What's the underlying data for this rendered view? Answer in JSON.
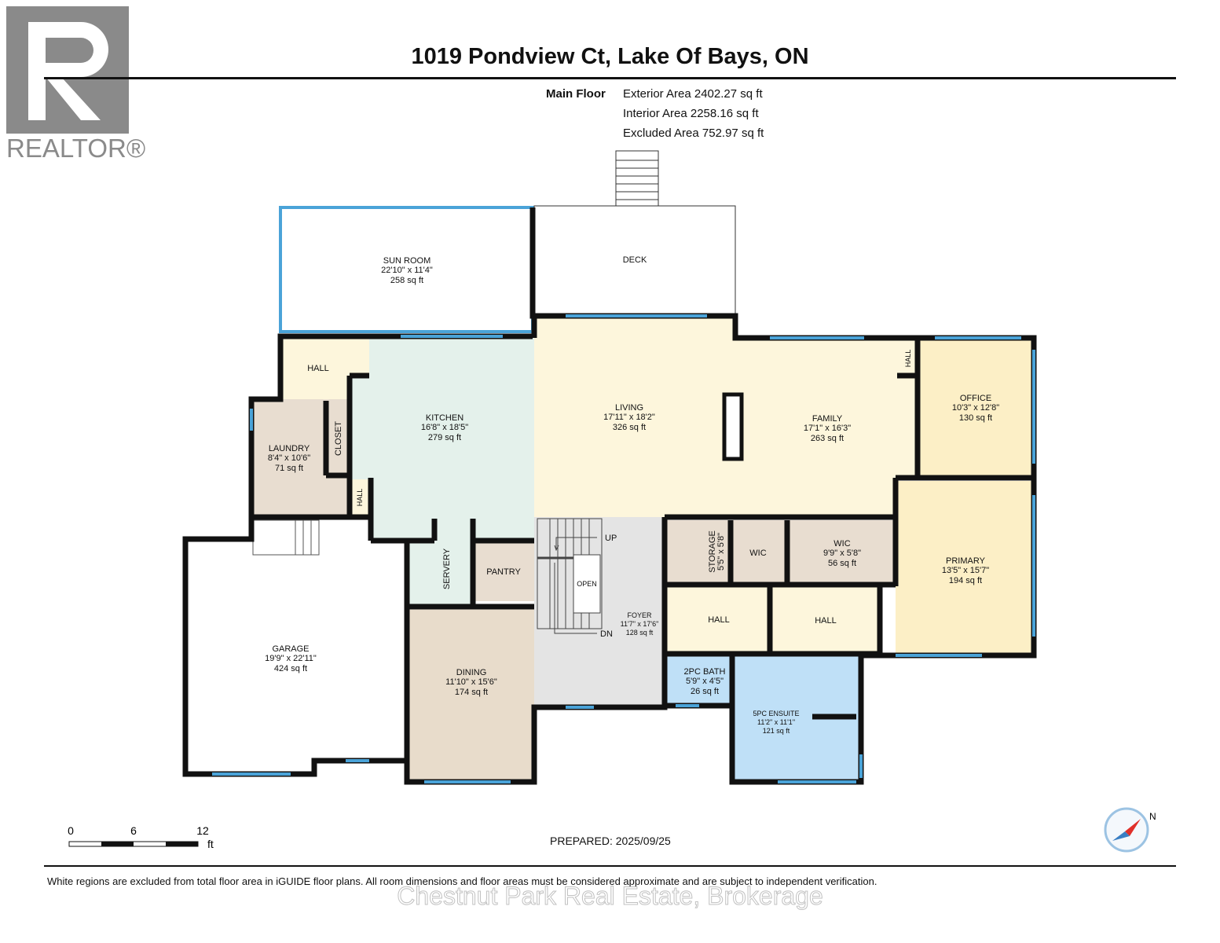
{
  "header": {
    "title": "1019 Pondview Ct, Lake Of Bays, ON"
  },
  "logo": {
    "text": "REALTOR®",
    "color": "#8a8a8a"
  },
  "summary": {
    "floor": "Main Floor",
    "exterior": "Exterior Area 2402.27 sq ft",
    "interior": "Interior Area 2258.16 sq ft",
    "excluded": "Excluded Area 752.97 sq ft"
  },
  "rooms": {
    "sun_room": {
      "name": "SUN ROOM",
      "dims": "22'10\" x 11'4\"",
      "area": "258 sq ft"
    },
    "deck": {
      "name": "DECK"
    },
    "hall_top": {
      "name": "HALL"
    },
    "kitchen": {
      "name": "KITCHEN",
      "dims": "16'8\" x 18'5\"",
      "area": "279 sq ft"
    },
    "laundry": {
      "name": "LAUNDRY",
      "dims": "8'4\" x 10'6\"",
      "area": "71 sq ft"
    },
    "closet": {
      "name": "CLOSET"
    },
    "hall_small": {
      "name": "HALL"
    },
    "living": {
      "name": "LIVING",
      "dims": "17'11\" x 18'2\"",
      "area": "326 sq ft"
    },
    "family": {
      "name": "FAMILY",
      "dims": "17'1\" x 16'3\"",
      "area": "263 sq ft"
    },
    "hall_office": {
      "name": "HALL"
    },
    "office": {
      "name": "OFFICE",
      "dims": "10'3\" x 12'8\"",
      "area": "130 sq ft"
    },
    "primary": {
      "name": "PRIMARY",
      "dims": "13'5\" x 15'7\"",
      "area": "194 sq ft"
    },
    "storage": {
      "name": "STORAGE",
      "dims": "5'5\" x 5'8\""
    },
    "wic1": {
      "name": "WIC"
    },
    "wic2": {
      "name": "WIC",
      "dims": "9'9\" x 5'8\"",
      "area": "56 sq ft"
    },
    "hall_a": {
      "name": "HALL"
    },
    "hall_b": {
      "name": "HALL"
    },
    "foyer": {
      "name": "FOYER",
      "dims": "11'7\" x 17'6\"",
      "area": "128 sq ft"
    },
    "bath2": {
      "name": "2PC BATH",
      "dims": "5'9\" x 4'5\"",
      "area": "26 sq ft"
    },
    "ensuite": {
      "name": "5PC ENSUITE",
      "dims": "11'2\" x 11'1\"",
      "area": "121 sq ft"
    },
    "servery": {
      "name": "SERVERY"
    },
    "pantry": {
      "name": "PANTRY"
    },
    "dining": {
      "name": "DINING",
      "dims": "11'10\" x 15'6\"",
      "area": "174 sq ft"
    },
    "garage": {
      "name": "GARAGE",
      "dims": "19'9\" x 22'11\"",
      "area": "424 sq ft"
    }
  },
  "stairs": {
    "up": "UP",
    "down": "DN",
    "open": "OPEN"
  },
  "scale": {
    "ticks": [
      "0",
      "6",
      "12"
    ],
    "unit": "ft"
  },
  "compass": {
    "label": "N"
  },
  "footer": {
    "prepared": "PREPARED: 2025/09/25",
    "disclaimer": "White regions are excluded from total floor area in iGUIDE floor plans. All room dimensions and floor areas must be considered approximate and are subject to independent verification.",
    "watermark": "Chestnut Park Real Estate, Brokerage"
  },
  "colors": {
    "cream": "#fdf6dc",
    "mint": "#e4f1eb",
    "tan": "#e8ddd0",
    "yellow": "#fcefc6",
    "blue": "#bfe0f7",
    "grey": "#e4e4e4",
    "window": "#4aa3d8"
  }
}
